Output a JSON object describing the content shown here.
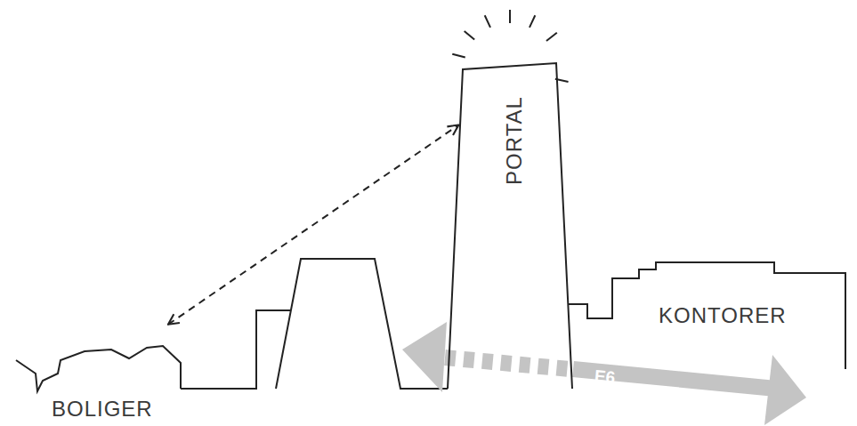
{
  "diagram": {
    "nodes": [
      {
        "text": [
          "BOLIGER"
        ]
      },
      {
        "text": [
          "PORTAL"
        ]
      },
      {
        "text": [
          "KONTORER"
        ]
      }
    ],
    "edges": [
      {
        "from": 0,
        "to": 1,
        "arrow": "both"
      }
    ],
    "labels": [
      "E6"
    ]
  }
}
